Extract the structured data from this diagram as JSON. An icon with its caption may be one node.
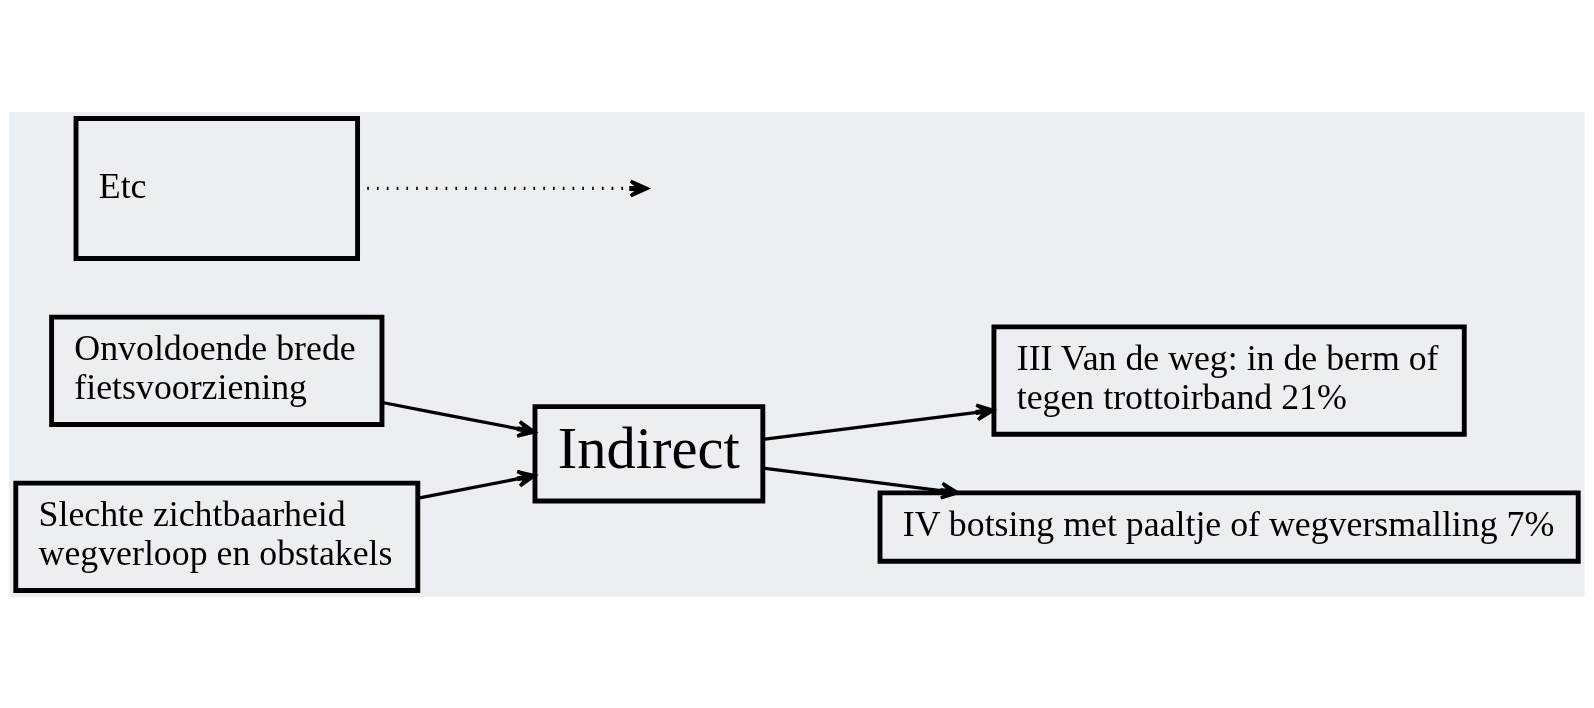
{
  "diagram": {
    "nodes": [
      {
        "text": [
          "Indirect"
        ]
      },
      {
        "text": [
          "III Van de weg: in de berm of tegen trottoirband 21%"
        ]
      },
      {
        "text": [
          "IV botsing met paaltje of wegversmalling 7%"
        ]
      },
      {
        "text": [
          "Onvoldoende brede fietsvoorziening"
        ]
      },
      {
        "text": [
          "Slechte zichtbaarheid wegverloop en obstakels"
        ]
      },
      {
        "text": [
          "Etc"
        ]
      }
    ],
    "edges": [
      {
        "from": 0,
        "to": 1,
        "arrow": "to"
      },
      {
        "from": 0,
        "to": 2,
        "arrow": "to"
      },
      {
        "from": 3,
        "to": 0,
        "arrow": "to"
      },
      {
        "from": 4,
        "to": 0,
        "arrow": "to"
      },
      {
        "from": 5,
        "to": null,
        "arrow": "to",
        "style": "dashed"
      }
    ]
  }
}
